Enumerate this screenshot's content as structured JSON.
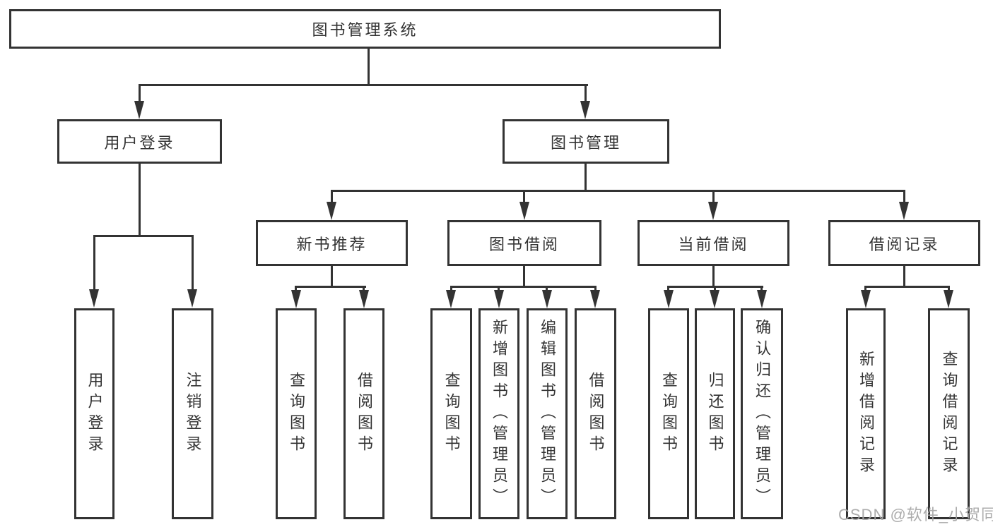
{
  "tree": {
    "label": "图书管理系统",
    "children": [
      {
        "label": "用户登录",
        "children": [
          {
            "label": "用户登录"
          },
          {
            "label": "注销登录"
          }
        ]
      },
      {
        "label": "图书管理",
        "children": [
          {
            "label": "新书推荐",
            "children": [
              {
                "label": "查询图书"
              },
              {
                "label": "借阅图书"
              }
            ]
          },
          {
            "label": "图书借阅",
            "children": [
              {
                "label": "查询图书"
              },
              {
                "label": "新增图书（管理员）"
              },
              {
                "label": "编辑图书（管理员）"
              },
              {
                "label": "借阅图书"
              }
            ]
          },
          {
            "label": "当前借阅",
            "children": [
              {
                "label": "查询图书"
              },
              {
                "label": "归还图书"
              },
              {
                "label": "确认归还（管理员）"
              }
            ]
          },
          {
            "label": "借阅记录",
            "children": [
              {
                "label": "新增借阅记录"
              },
              {
                "label": "查询借阅记录"
              }
            ]
          }
        ]
      }
    ]
  },
  "watermark": "CSDN @软件_小贺同学",
  "colors": {
    "line": "#333333",
    "text": "#333333",
    "background": "#ffffff",
    "watermark": "#a5a5a5"
  }
}
